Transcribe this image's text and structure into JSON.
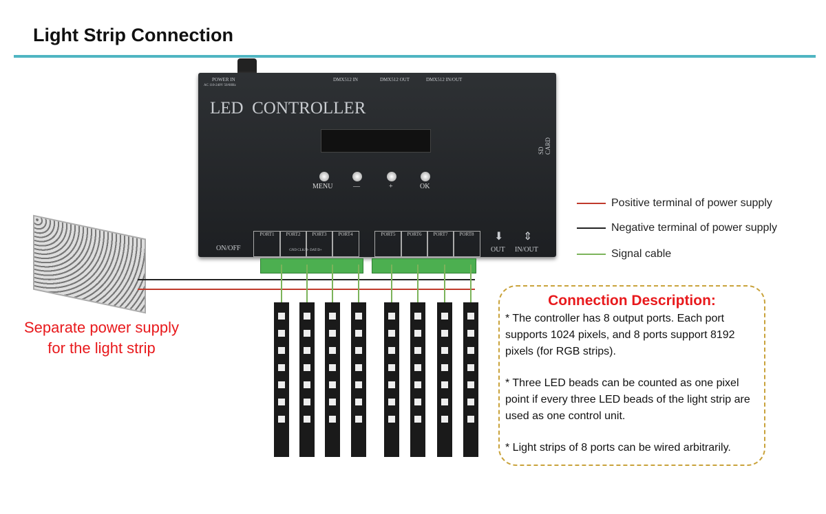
{
  "title": "Light Strip Connection",
  "controller": {
    "power_in": "POWER IN",
    "voltage": "AC 110-240V 50/60Hz",
    "dmx_in": "DMX512 IN",
    "dmx_out": "DMX512 OUT",
    "dmx_inout": "DMX512 IN/OUT",
    "name": "LED  CONTROLLER",
    "sd_card": "SD CARD",
    "buttons": [
      "MENU",
      "—",
      "+",
      "OK"
    ],
    "on_off": "ON/OFF",
    "ports": [
      "PORT1",
      "PORT2",
      "PORT3",
      "PORT4",
      "PORT5",
      "PORT6",
      "PORT7",
      "PORT8"
    ],
    "pins": "GND CLK/D- DAT/D+",
    "out": "OUT",
    "in_out": "IN/OUT"
  },
  "power_supply_label": [
    "Separate power supply",
    "for the light strip"
  ],
  "legend": [
    {
      "label": "Positive terminal of power supply",
      "color": "#c0392b"
    },
    {
      "label": "Negative terminal of power supply",
      "color": "#222222"
    },
    {
      "label": "Signal cable",
      "color": "#7cb35a"
    }
  ],
  "description": {
    "title": "Connection Description:",
    "paragraphs": [
      "* The controller has 8 output ports. Each port supports 1024 pixels, and 8 ports support 8192 pixels (for RGB strips).",
      "* Three LED beads can be counted as one pixel point if every three LED beads of the light strip are used as one control unit.",
      "* Light strips of 8 ports can be wired arbitrarily."
    ]
  }
}
